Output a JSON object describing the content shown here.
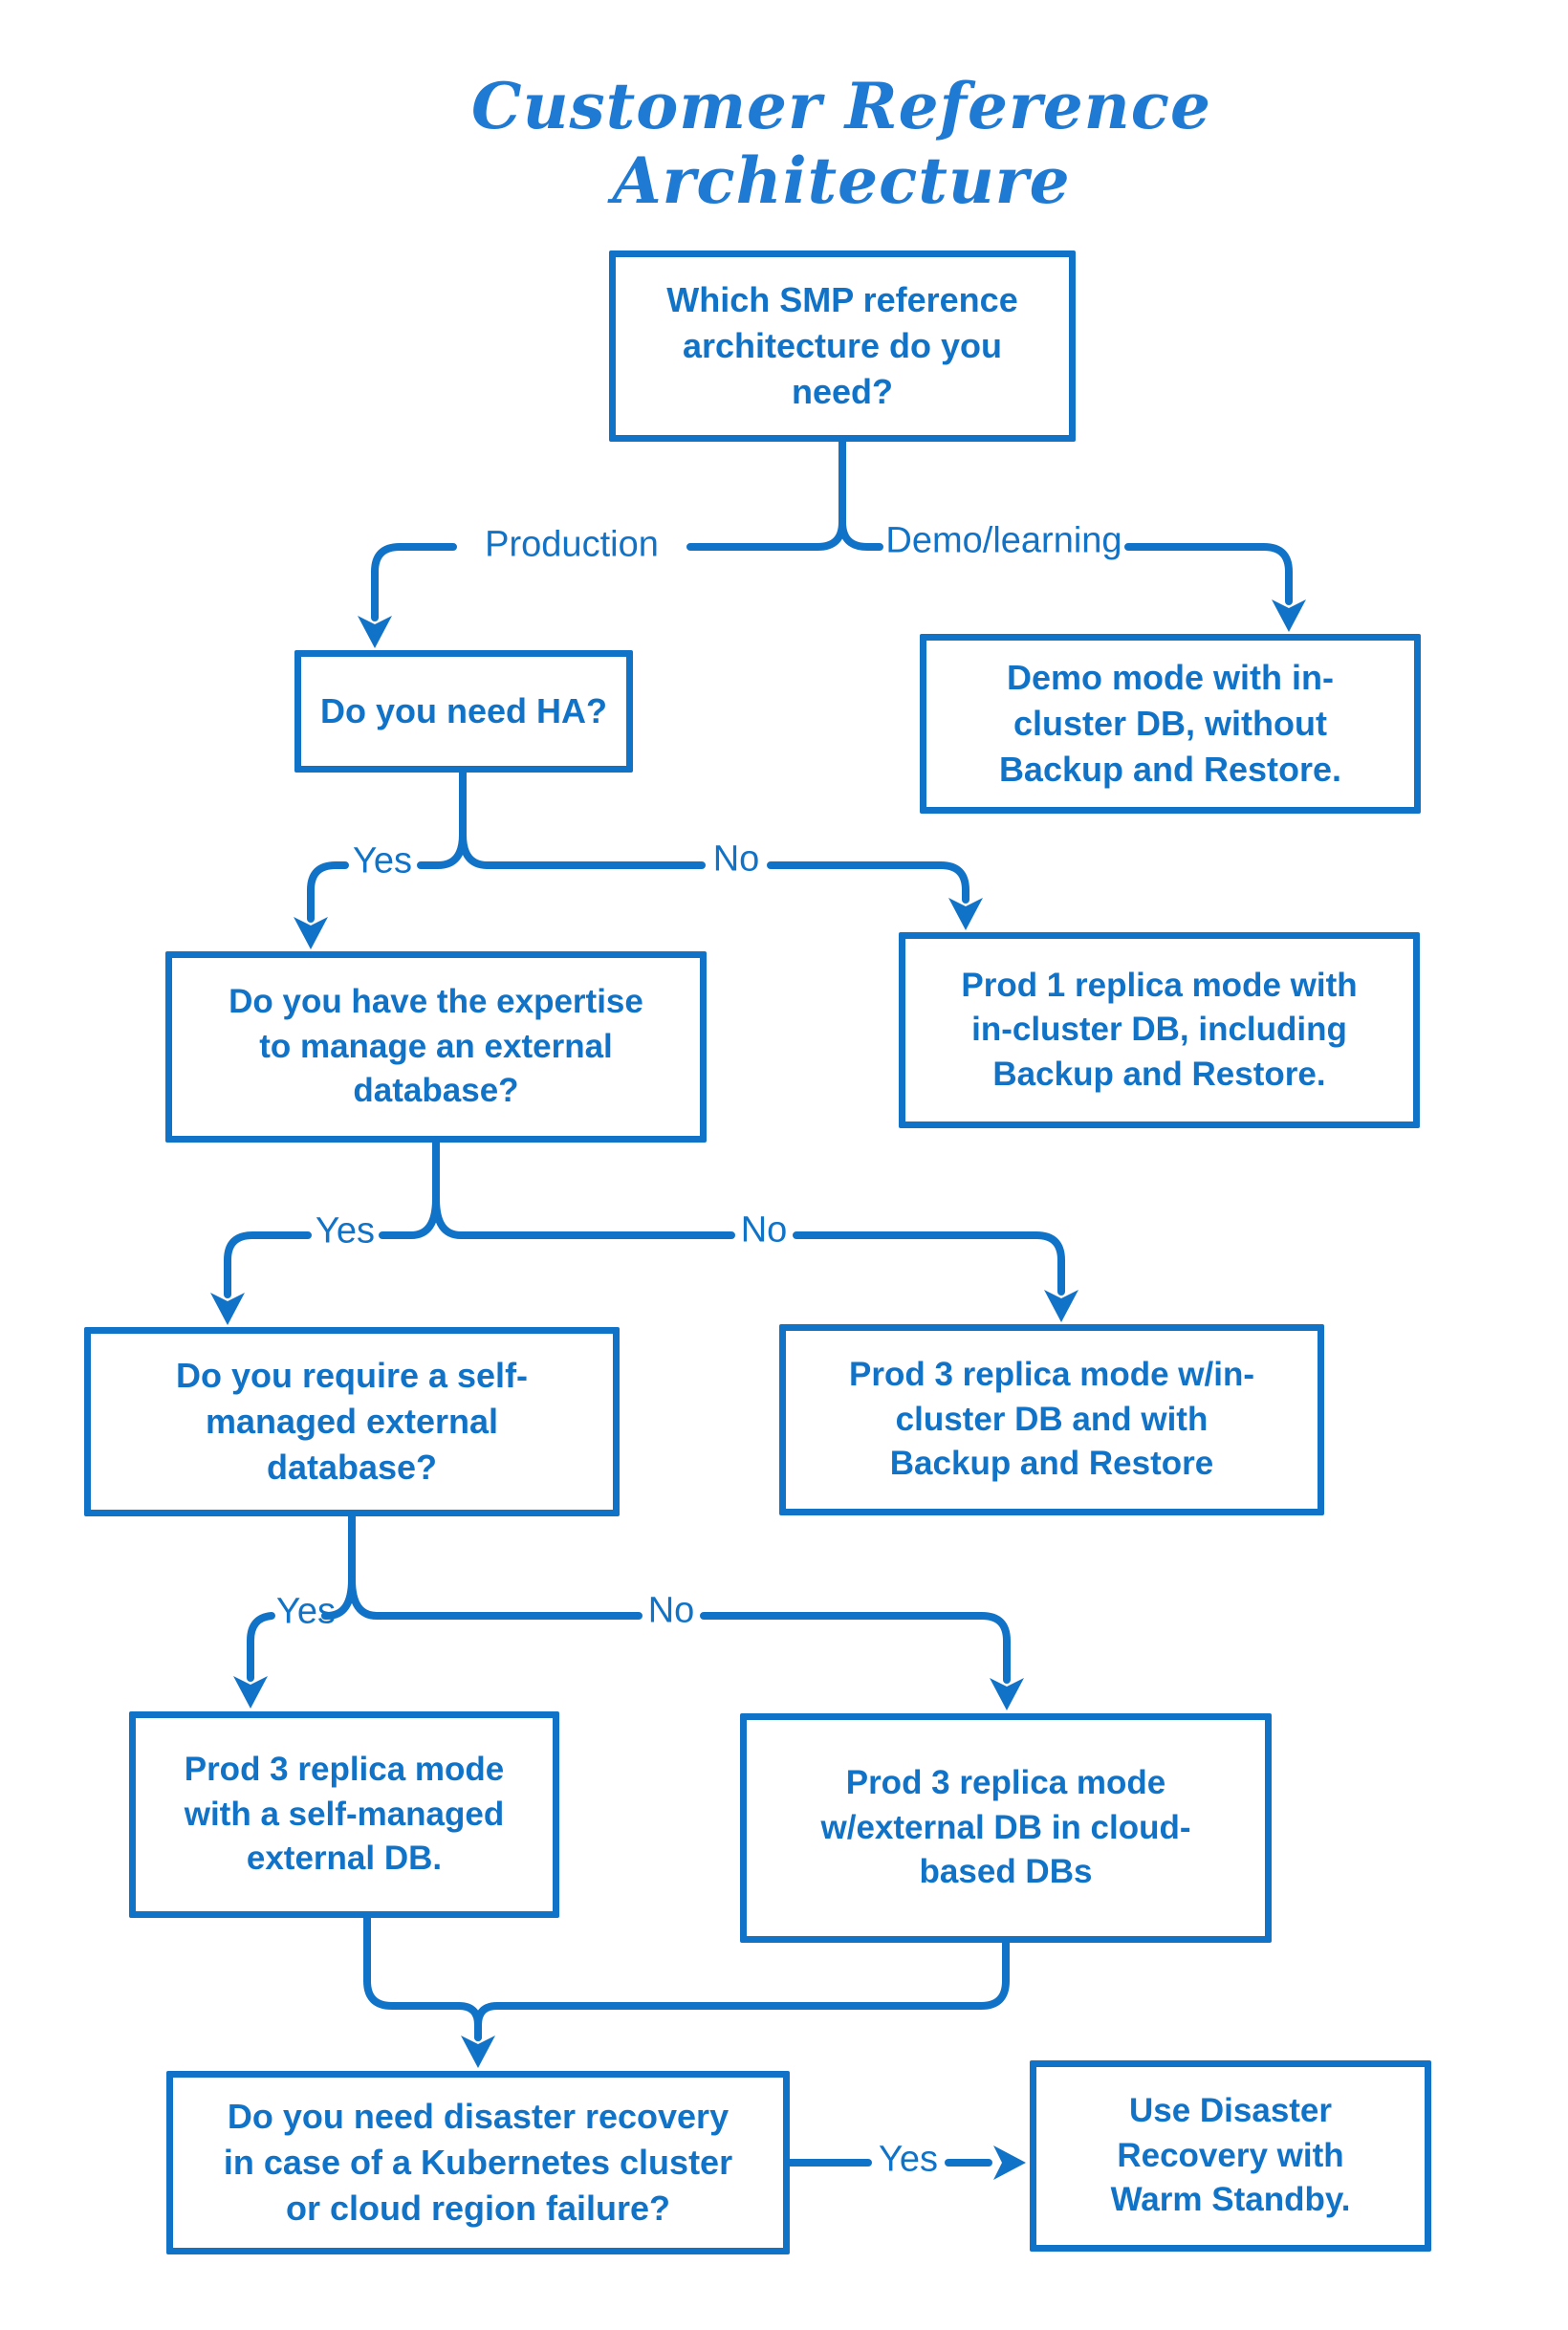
{
  "title": "Customer Reference Architecture",
  "colors": {
    "line": "#1173c7",
    "title": "#1e7ad2",
    "background": "#ffffff"
  },
  "nodes": {
    "q_which": {
      "text": "Which SMP reference\narchitecture do you\nneed?"
    },
    "q_ha": {
      "text": "Do you need HA?"
    },
    "demo_mode": {
      "text": "Demo mode with in-\ncluster DB, without\nBackup and Restore."
    },
    "q_expertise": {
      "text": "Do you have the expertise\nto manage an external\ndatabase?"
    },
    "prod1": {
      "text": "Prod 1 replica mode with\nin-cluster DB, including\nBackup and Restore."
    },
    "q_selfmanaged": {
      "text": "Do you require a self-\nmanaged external\ndatabase?"
    },
    "prod3_incluster": {
      "text": "Prod 3 replica mode w/in-\ncluster DB and with\nBackup and Restore"
    },
    "prod3_selfmanaged": {
      "text": "Prod 3 replica mode\nwith a self-managed\nexternal DB."
    },
    "prod3_cloud": {
      "text": "Prod 3 replica mode\nw/external DB in cloud-\nbased DBs"
    },
    "q_dr": {
      "text": "Do you need disaster recovery\nin case of a Kubernetes cluster\nor cloud region failure?"
    },
    "dr_warm": {
      "text": "Use Disaster\nRecovery with\nWarm Standby."
    }
  },
  "edge_labels": {
    "production": "Production",
    "demo_learning": "Demo/learning",
    "ha_yes": "Yes",
    "ha_no": "No",
    "expertise_yes": "Yes",
    "expertise_no": "No",
    "selfmanaged_yes": "Yes",
    "selfmanaged_no": "No",
    "dr_yes": "Yes"
  }
}
